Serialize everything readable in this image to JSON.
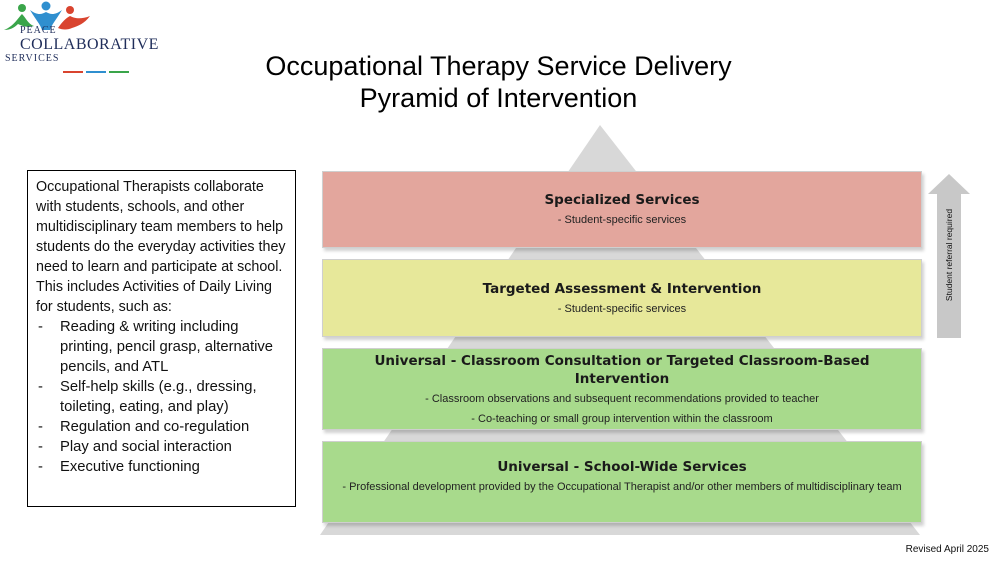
{
  "logo": {
    "line1": "PEACE",
    "line2": "COLLABORATIVE",
    "line3": "SERVICES",
    "colors": {
      "blue": "#2f8fcf",
      "green": "#3aa54a",
      "red": "#d9442f",
      "navy": "#1f2d5a"
    }
  },
  "title": {
    "line1": "Occupational Therapy Service Delivery",
    "line2": "Pyramid of Intervention"
  },
  "description": {
    "intro": "Occupational Therapists collaborate with students, schools, and other multidisciplinary team members to help students do the everyday activities they need to learn and participate at school. This includes Activities of Daily Living for students, such as:",
    "items": [
      "Reading & writing including printing, pencil grasp, alternative pencils, and ATL",
      "Self-help skills (e.g., dressing, toileting, eating, and play)",
      "Regulation and co-regulation",
      "Play and social interaction",
      "Executive functioning"
    ]
  },
  "tiers": [
    {
      "title": "Specialized Services",
      "lines": [
        "- Student-specific services"
      ],
      "color": "#e3a69d"
    },
    {
      "title": "Targeted Assessment & Intervention",
      "lines": [
        "- Student-specific services"
      ],
      "color": "#e7e89a"
    },
    {
      "title": "Universal - Classroom Consultation or Targeted Classroom-Based Intervention",
      "lines": [
        "- Classroom observations and subsequent recommendations provided to teacher",
        "- Co-teaching or small group intervention within the classroom"
      ],
      "color": "#a8da8c"
    },
    {
      "title": "Universal - School-Wide Services",
      "lines": [
        "- Professional development provided by the Occupational Therapist and/or other members of multidisciplinary team"
      ],
      "color": "#a8da8c"
    }
  ],
  "arrow": {
    "label": "Student referral required",
    "color": "#c8c8c8"
  },
  "footer": {
    "revised": "Revised April 2025"
  }
}
